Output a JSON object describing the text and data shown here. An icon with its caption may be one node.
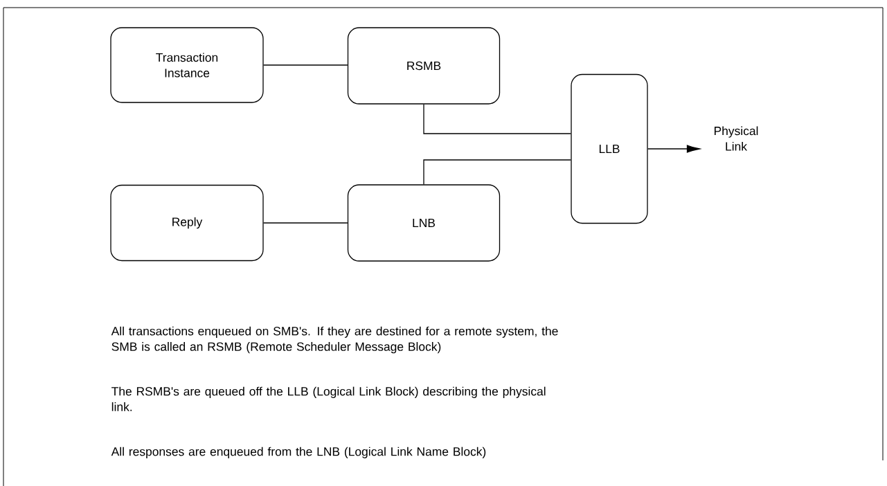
{
  "diagram": {
    "nodes": [
      {
        "text": [
          "Transaction Instance"
        ]
      },
      {
        "text": [
          "RSMB"
        ]
      },
      {
        "text": [
          "LLB"
        ]
      },
      {
        "text": [
          "Physical Link"
        ]
      },
      {
        "text": [
          "Reply"
        ]
      },
      {
        "text": [
          "LNB"
        ]
      }
    ],
    "edges": [
      {
        "from": 0,
        "to": 1,
        "arrow": "none"
      },
      {
        "from": 1,
        "to": 2,
        "arrow": "none"
      },
      {
        "from": 5,
        "to": 2,
        "arrow": "none"
      },
      {
        "from": 4,
        "to": 5,
        "arrow": "none"
      },
      {
        "from": 2,
        "to": 3,
        "arrow": "to"
      }
    ],
    "labels": [
      "All transactions enqueued on SMB's.  If they are destined for a remote system, the SMB is called an RSMB (Remote Scheduler Message Block)",
      "The RSMB's are queued off the LLB (Logical Link Block) describing the physical link.",
      "All responses are enqueued from the LNB (Logical Link Name Block)"
    ]
  }
}
